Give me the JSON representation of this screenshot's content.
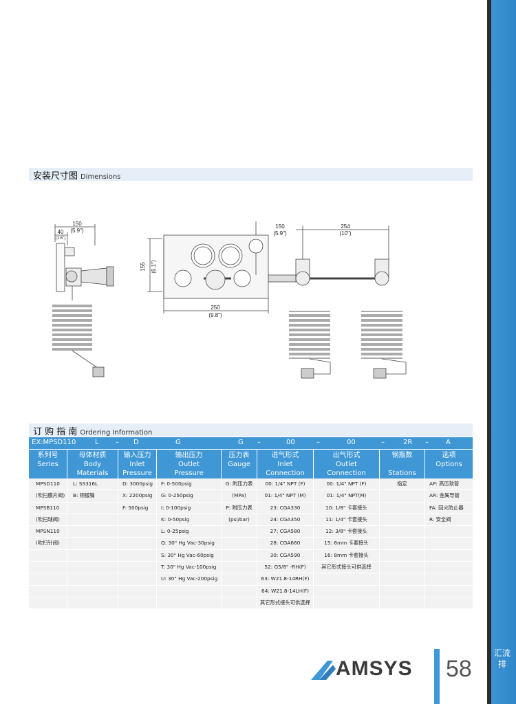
{
  "side": {
    "label": "汇流排"
  },
  "dims": {
    "title_zh": "安装尺寸图",
    "title_en": "Dimensions"
  },
  "drawing": {
    "d150a": "150",
    "d150a_in": "(5.9\")",
    "d40": "40",
    "d40_in": "(1.6\")",
    "d155": "155",
    "d155_in": "(6.1\")",
    "d250": "250",
    "d250_in": "(9.8\")",
    "d150b": "150",
    "d150b_in": "(5.9\")",
    "d254": "254",
    "d254_in": "(10\")"
  },
  "order": {
    "title_zh": "订 购 指 南",
    "title_en": "Ordering Information"
  },
  "example": [
    "EX:MPSD110",
    "L",
    "–",
    "D",
    "G",
    "G",
    "–",
    "00",
    "–",
    "00",
    "–",
    "2R",
    "–",
    "A"
  ],
  "headers": [
    {
      "zh": "系列号",
      "en1": "Series",
      "en2": ""
    },
    {
      "zh": "母体材质",
      "en1": "Body",
      "en2": "Materials"
    },
    {
      "zh": "输入压力",
      "en1": "Inlet",
      "en2": "Pressure"
    },
    {
      "zh": "输出压力",
      "en1": "Outlet",
      "en2": "Pressure"
    },
    {
      "zh": "压力表",
      "en1": "Gauge",
      "en2": ""
    },
    {
      "zh": "进气形式",
      "en1": "Inlet",
      "en2": "Connection"
    },
    {
      "zh": "出气形式",
      "en1": "Outlet",
      "en2": "Connection"
    },
    {
      "zh": "钢瓶数",
      "en1": "",
      "en2": "Stations"
    },
    {
      "zh": "选项",
      "en1": "Options",
      "en2": ""
    }
  ],
  "columns": {
    "series": [
      "MPSD110",
      "(吹扫膜片阀)",
      "MPSB110",
      "(吹扫球阀)",
      "MPSN110",
      "(吹扫针阀)",
      "",
      "",
      "",
      "",
      ""
    ],
    "body": [
      "L: SS316L",
      "B: 铜镀镍",
      "",
      "",
      "",
      "",
      "",
      "",
      "",
      "",
      ""
    ],
    "inlet": [
      "D: 3000psig",
      "X: 2200psig",
      "F: 500psig",
      "",
      "",
      "",
      "",
      "",
      "",
      "",
      ""
    ],
    "outlet_pressure": [
      "F: 0-500psig",
      "G: 0-250psig",
      "I: 0-100psig",
      "K: 0-50psig",
      "L: 0-25psig",
      "Q: 30\" Hg Vac-30psig",
      "S: 30\" Hg Vac-60psig",
      "T: 30\" Hg Vac-100psig",
      "U: 30\" Hg Vac-200psig",
      "",
      ""
    ],
    "gauge": [
      "G: 附压力表",
      "(MPa)",
      "P: 附压力表",
      "(psi/bar)",
      "",
      "",
      "",
      "",
      "",
      "",
      ""
    ],
    "inlet_conn": [
      "00: 1/4\" NPT (F)",
      "01: 1/4\" NPT (M)",
      "23: CGA330",
      "24: CGA350",
      "27: CGA580",
      "28: CGA660",
      "30: CGA590",
      "52: G5/8\" -RH(F)",
      "63: W21.8-14RH(F)",
      "64: W21.8-14LH(F)",
      "其它形式接头可供选择"
    ],
    "outlet_conn": [
      "00: 1/4\" NPT (F)",
      "01: 1/4\" NPT(M)",
      "10: 1/8\" 卡套接头",
      "11: 1/4\" 卡套接头",
      "12: 3/8\" 卡套接头",
      "15: 6mm 卡套接头",
      "16: 8mm 卡套接头",
      "其它形式接头可供选择",
      "",
      "",
      ""
    ],
    "stations": [
      "指定",
      "",
      "",
      "",
      "",
      "",
      "",
      "",
      "",
      "",
      ""
    ],
    "options": [
      "AP: 高压软管",
      "AR: 金属导管",
      "FA: 回火防止器",
      "R: 安全阀",
      "",
      "",
      "",
      "",
      "",
      "",
      ""
    ]
  },
  "footer": {
    "brand": "AMSYS",
    "page": "58"
  }
}
